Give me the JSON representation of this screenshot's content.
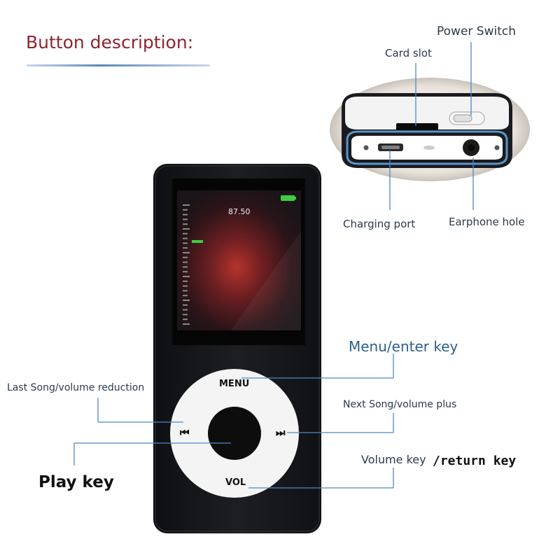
{
  "title": "Button description:",
  "callouts": {
    "power_switch": "Power Switch",
    "card_slot": "Card slot",
    "charging_port": "Charging port",
    "earphone_hole": "Earphone hole",
    "menu_enter": "Menu/enter key",
    "last_song": "Last Song/volume reduction",
    "next_song": "Next Song/volume plus",
    "volume_key": "Volume key",
    "return_key": "/return key",
    "play_key": "Play key"
  },
  "device": {
    "screen_value": "87.50",
    "menu_label": "MENU",
    "vol_label": "VOL",
    "prev_icon": "previous-track-icon",
    "next_icon": "next-track-icon",
    "prev_glyph": "⏮",
    "next_glyph": "⏭",
    "colors": {
      "body": "#16171b",
      "wheel": "#f4f4f4",
      "battery": "#3fcf3f",
      "accent_line": "#4f88c6"
    }
  }
}
